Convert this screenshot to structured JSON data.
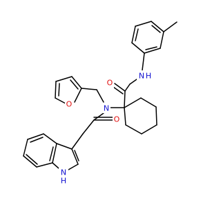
{
  "colors": {
    "bond": "#000000",
    "N": "#1010d0",
    "O": "#e01010",
    "background": "#ffffff"
  },
  "atoms": [
    {
      "id": "nh_amide",
      "text": "N",
      "sub": "H",
      "element": "N"
    },
    {
      "id": "o_amide1",
      "text": "O",
      "element": "O"
    },
    {
      "id": "n_tertiary",
      "text": "N",
      "element": "N"
    },
    {
      "id": "o_furan",
      "text": "O",
      "element": "O"
    },
    {
      "id": "o_amide2",
      "text": "O",
      "element": "O"
    },
    {
      "id": "nh_indole",
      "text": "N",
      "sub": "H",
      "element": "N",
      "sub_position": "below"
    }
  ]
}
